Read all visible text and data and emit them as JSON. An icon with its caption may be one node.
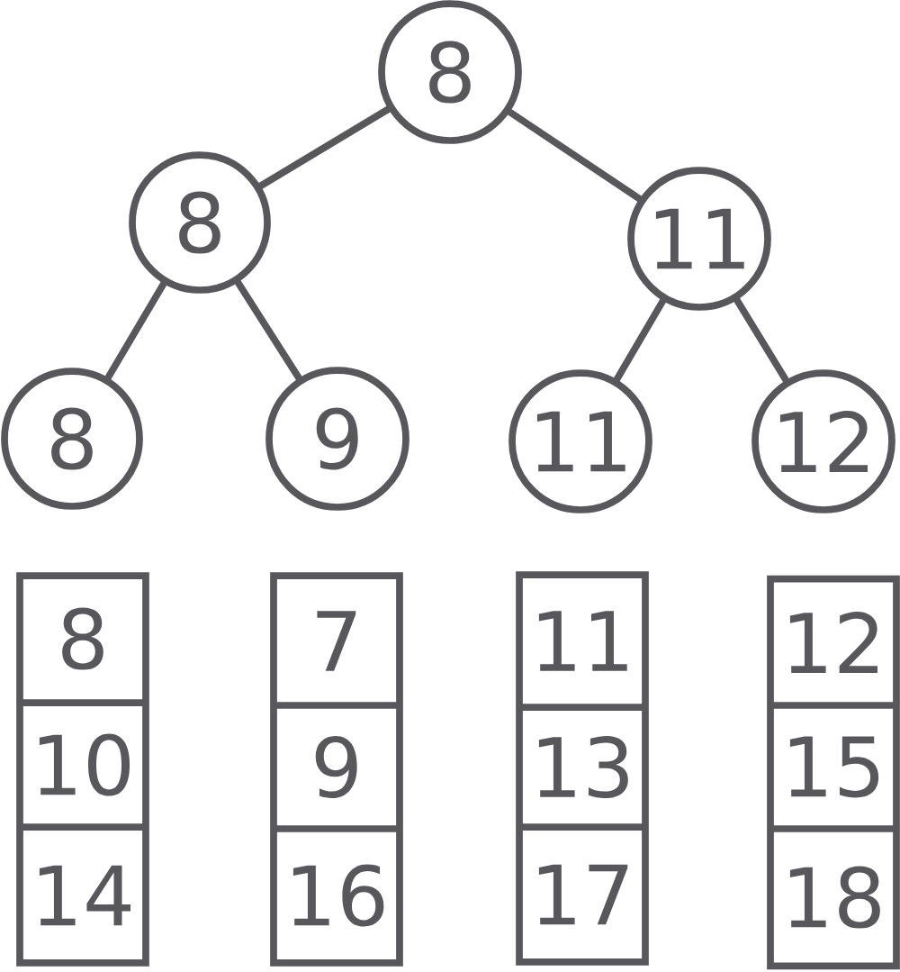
{
  "diagram": {
    "nodes": [
      {
        "text": [
          "8"
        ]
      },
      {
        "text": [
          "8"
        ]
      },
      {
        "text": [
          "11"
        ]
      },
      {
        "text": [
          "8"
        ]
      },
      {
        "text": [
          "9"
        ]
      },
      {
        "text": [
          "11"
        ]
      },
      {
        "text": [
          "12"
        ]
      },
      {
        "text": [],
        "shape": "box"
      },
      {
        "text": [
          "8"
        ],
        "in": 7
      },
      {
        "text": [
          "10"
        ],
        "in": 7
      },
      {
        "text": [
          "14"
        ],
        "in": 7
      },
      {
        "text": [],
        "shape": "box"
      },
      {
        "text": [
          "7"
        ],
        "in": 11
      },
      {
        "text": [
          "9"
        ],
        "in": 11
      },
      {
        "text": [
          "16"
        ],
        "in": 11
      },
      {
        "text": [],
        "shape": "box"
      },
      {
        "text": [
          "11"
        ],
        "in": 15
      },
      {
        "text": [
          "13"
        ],
        "in": 15
      },
      {
        "text": [
          "17"
        ],
        "in": 15
      },
      {
        "text": [],
        "shape": "box"
      },
      {
        "text": [
          "12"
        ],
        "in": 19
      },
      {
        "text": [
          "15"
        ],
        "in": 19
      },
      {
        "text": [
          "18"
        ],
        "in": 19
      }
    ],
    "edges": [
      {
        "from": 0,
        "to": 1,
        "arrow": "none"
      },
      {
        "from": 0,
        "to": 2,
        "arrow": "none"
      },
      {
        "from": 1,
        "to": 3,
        "arrow": "none"
      },
      {
        "from": 1,
        "to": 4,
        "arrow": "none"
      },
      {
        "from": 2,
        "to": 5,
        "arrow": "none"
      },
      {
        "from": 2,
        "to": 6,
        "arrow": "none"
      }
    ]
  }
}
